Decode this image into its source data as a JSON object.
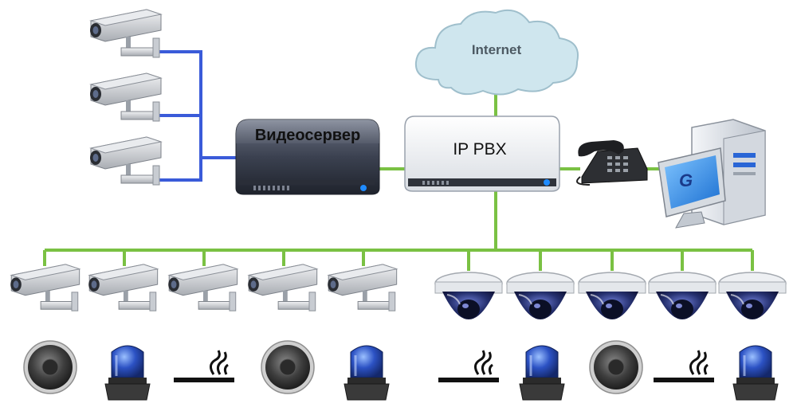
{
  "labels": {
    "internet": "Internet",
    "video_server": "Видеосервер",
    "ip_pbx": "IP PBX",
    "workstation_logo": "G"
  },
  "colors": {
    "green_line": "#7ac143",
    "blue_line": "#3a5bd9",
    "cloud_fill": "#cfe6ee",
    "cloud_stroke": "#9fbfcc",
    "server_dark": "#3b4150",
    "pbx_light": "#f3f5f8",
    "led_blue": "#1f8bff",
    "beacon_blue": "#1f3f9e",
    "speaker": "#5a5a5a"
  },
  "icons": {
    "box_camera": "cctv-box-camera-icon",
    "dome_camera": "dome-camera-icon",
    "speaker": "speaker-icon",
    "beacon": "blue-beacon-icon",
    "smoke": "smoke-detector-icon",
    "phone": "ip-phone-icon",
    "computer": "workstation-computer-icon"
  },
  "bottom_row": {
    "cameras_left": [
      "cctv-box-camera",
      "cctv-box-camera",
      "cctv-box-camera",
      "cctv-box-camera",
      "cctv-box-camera"
    ],
    "cameras_right": [
      "dome-camera",
      "dome-camera",
      "dome-camera",
      "dome-camera",
      "dome-camera"
    ],
    "devices": [
      "speaker",
      "beacon",
      "smoke",
      "speaker",
      "beacon",
      "smoke",
      "beacon",
      "speaker",
      "smoke",
      "beacon"
    ]
  }
}
